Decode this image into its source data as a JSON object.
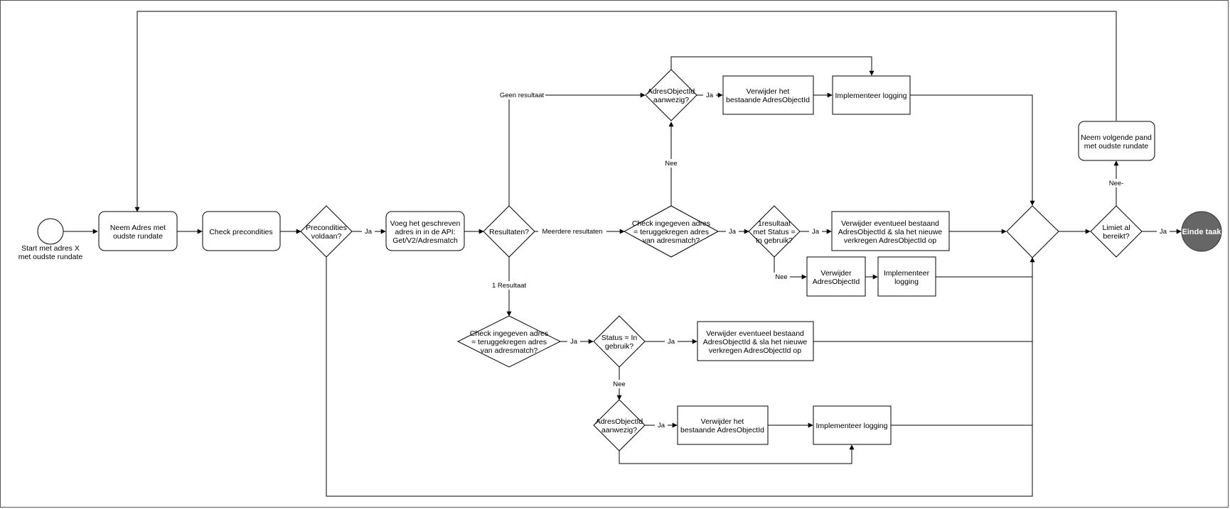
{
  "nodes": {
    "start": "Start met adres X met oudste rundate",
    "neem_adres": "Neem Adres met oudste rundate",
    "check_precondities": "Check precondities",
    "precondities_voldaan": "Precondities voldaan?",
    "voeg_api": "Voeg het geschreven adres in in de API: Get/V2/Adresmatch",
    "resultaten": "Resultaten?",
    "aoid_top": "AdresObjectId aanwezig?",
    "verwijder_top": "Verwijder het bestaande AdresObjectId",
    "logging_top": "Implementeer logging",
    "check_mid": "Check ingegeven adres = teruggekregen adres van adresmatch?",
    "status_mid": "1resultaat met Status = In gebruik?",
    "verwijder_mid": "Verwijder eventueel bestaand AdresObjectId & sla het nieuwe verkregen AdresObjectId op",
    "verwijder_aoid_mid": "Verwijder AdresObjectId",
    "logging_mid": "Implementeer logging",
    "check_low": "Check ingegeven adres = teruggekregen adres van adresmatch?",
    "status_low": "Status = In gebruik?",
    "verwijder_low": "Verwijder eventueel bestaand AdresObjectId & sla het nieuwe verkregen AdresObjectId op",
    "aoid_bottom": "AdresObjectId aanwezig?",
    "verwijder_bottom": "Verwijder het bestaande AdresObjectId",
    "logging_bottom": "Implementeer logging",
    "merge": "",
    "limiet": "Limiet al bereikt?",
    "neem_volgende": "Neem volgende pand met oudste rundate",
    "einde": "Einde taak"
  },
  "edge_labels": {
    "ja_precondities": "Ja",
    "geen_resultaat": "Geen resultaat",
    "meerdere_resultaten": "Meerdere resultaten",
    "een_resultaat": "1 Resultaat",
    "ja_aoid_top": "Ja",
    "nee_check_mid": "Nee",
    "ja_check_mid": "Ja",
    "ja_status_mid": "Ja",
    "nee_status_mid": "Nee",
    "ja_check_low": "Ja",
    "ja_status_low": "Ja",
    "nee_status_low": "Nee",
    "ja_aoid_bottom": "Ja",
    "nee_limiet": "Nee-",
    "ja_limiet": "Ja"
  },
  "colors": {
    "stroke": "#000000",
    "fill": "#ffffff",
    "end_fill": "#666666",
    "end_text": "#ffffff"
  }
}
